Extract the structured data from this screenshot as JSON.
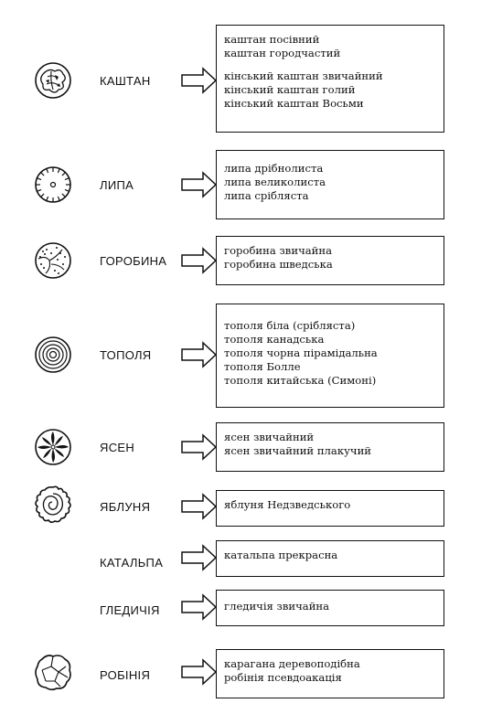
{
  "groups": [
    {
      "genus": "КАШТАН",
      "species": [
        "каштан посівний",
        "каштан городчастий"
      ],
      "species2": [
        "кінський каштан звичайний",
        "кінський каштан голий",
        "кінський каштан Восьми"
      ],
      "symbol": "chestnut-crown-icon"
    },
    {
      "genus": "ЛИПА",
      "species": [
        "липа дрібнолиста",
        "липа великолиста",
        "липа срібляста"
      ],
      "symbol": "linden-crown-icon"
    },
    {
      "genus": "ГОРОБИНА",
      "species": [
        "горобина звичайна",
        "горобина шведська"
      ],
      "symbol": "rowan-crown-icon"
    },
    {
      "genus": "ТОПОЛЯ",
      "species": [
        "тополя біла (срібляста)",
        "тополя канадська",
        "тополя чорна пірамідальна",
        "тополя Болле",
        "тополя китайська (Симоні)"
      ],
      "symbol": "poplar-crown-icon"
    },
    {
      "genus": "ЯСЕН",
      "species": [
        "ясен звичайний",
        "ясен звичайний плакучий"
      ],
      "symbol": "ash-crown-icon"
    },
    {
      "genus": "ЯБЛУНЯ",
      "species": [
        "яблуня Недзведського"
      ],
      "symbol": "apple-crown-icon"
    },
    {
      "genus": "КАТАЛЬПА",
      "species": [
        "катальпа прекрасна"
      ],
      "symbol": null
    },
    {
      "genus": "ГЛЕДИЧІЯ",
      "species": [
        "гледичія звичайна"
      ],
      "symbol": null
    },
    {
      "genus": "РОБІНІЯ",
      "species": [
        "карагана деревоподібна",
        "робінія псевдоакація"
      ],
      "symbol": "robinia-crown-icon"
    }
  ]
}
